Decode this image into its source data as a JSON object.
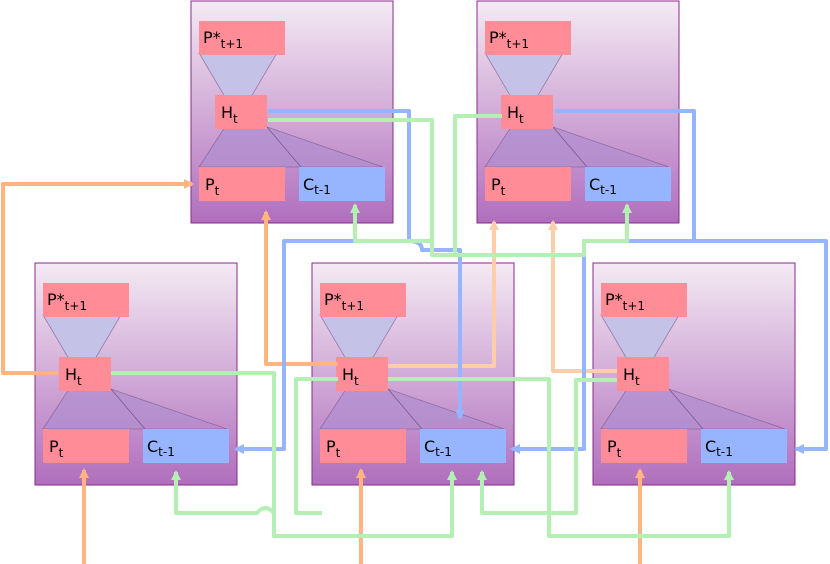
{
  "labels": {
    "p_star": "P*",
    "p_star_sub": "t+1",
    "h": "H",
    "h_sub": "t",
    "p": "P",
    "p_sub": "t",
    "c": "C",
    "c_sub": "t-1"
  },
  "colors": {
    "p_box": "#ff8c96",
    "c_box": "#96b4ff",
    "green_line": "#b4f0b4",
    "blue_line": "#96b4ff",
    "orange_line": "#ffb482",
    "light_orange_line": "#ffcdaa",
    "cell_top": "#f4eaf3",
    "cell_bottom": "#b06ebd",
    "cell_border": "#8a2a8e"
  }
}
